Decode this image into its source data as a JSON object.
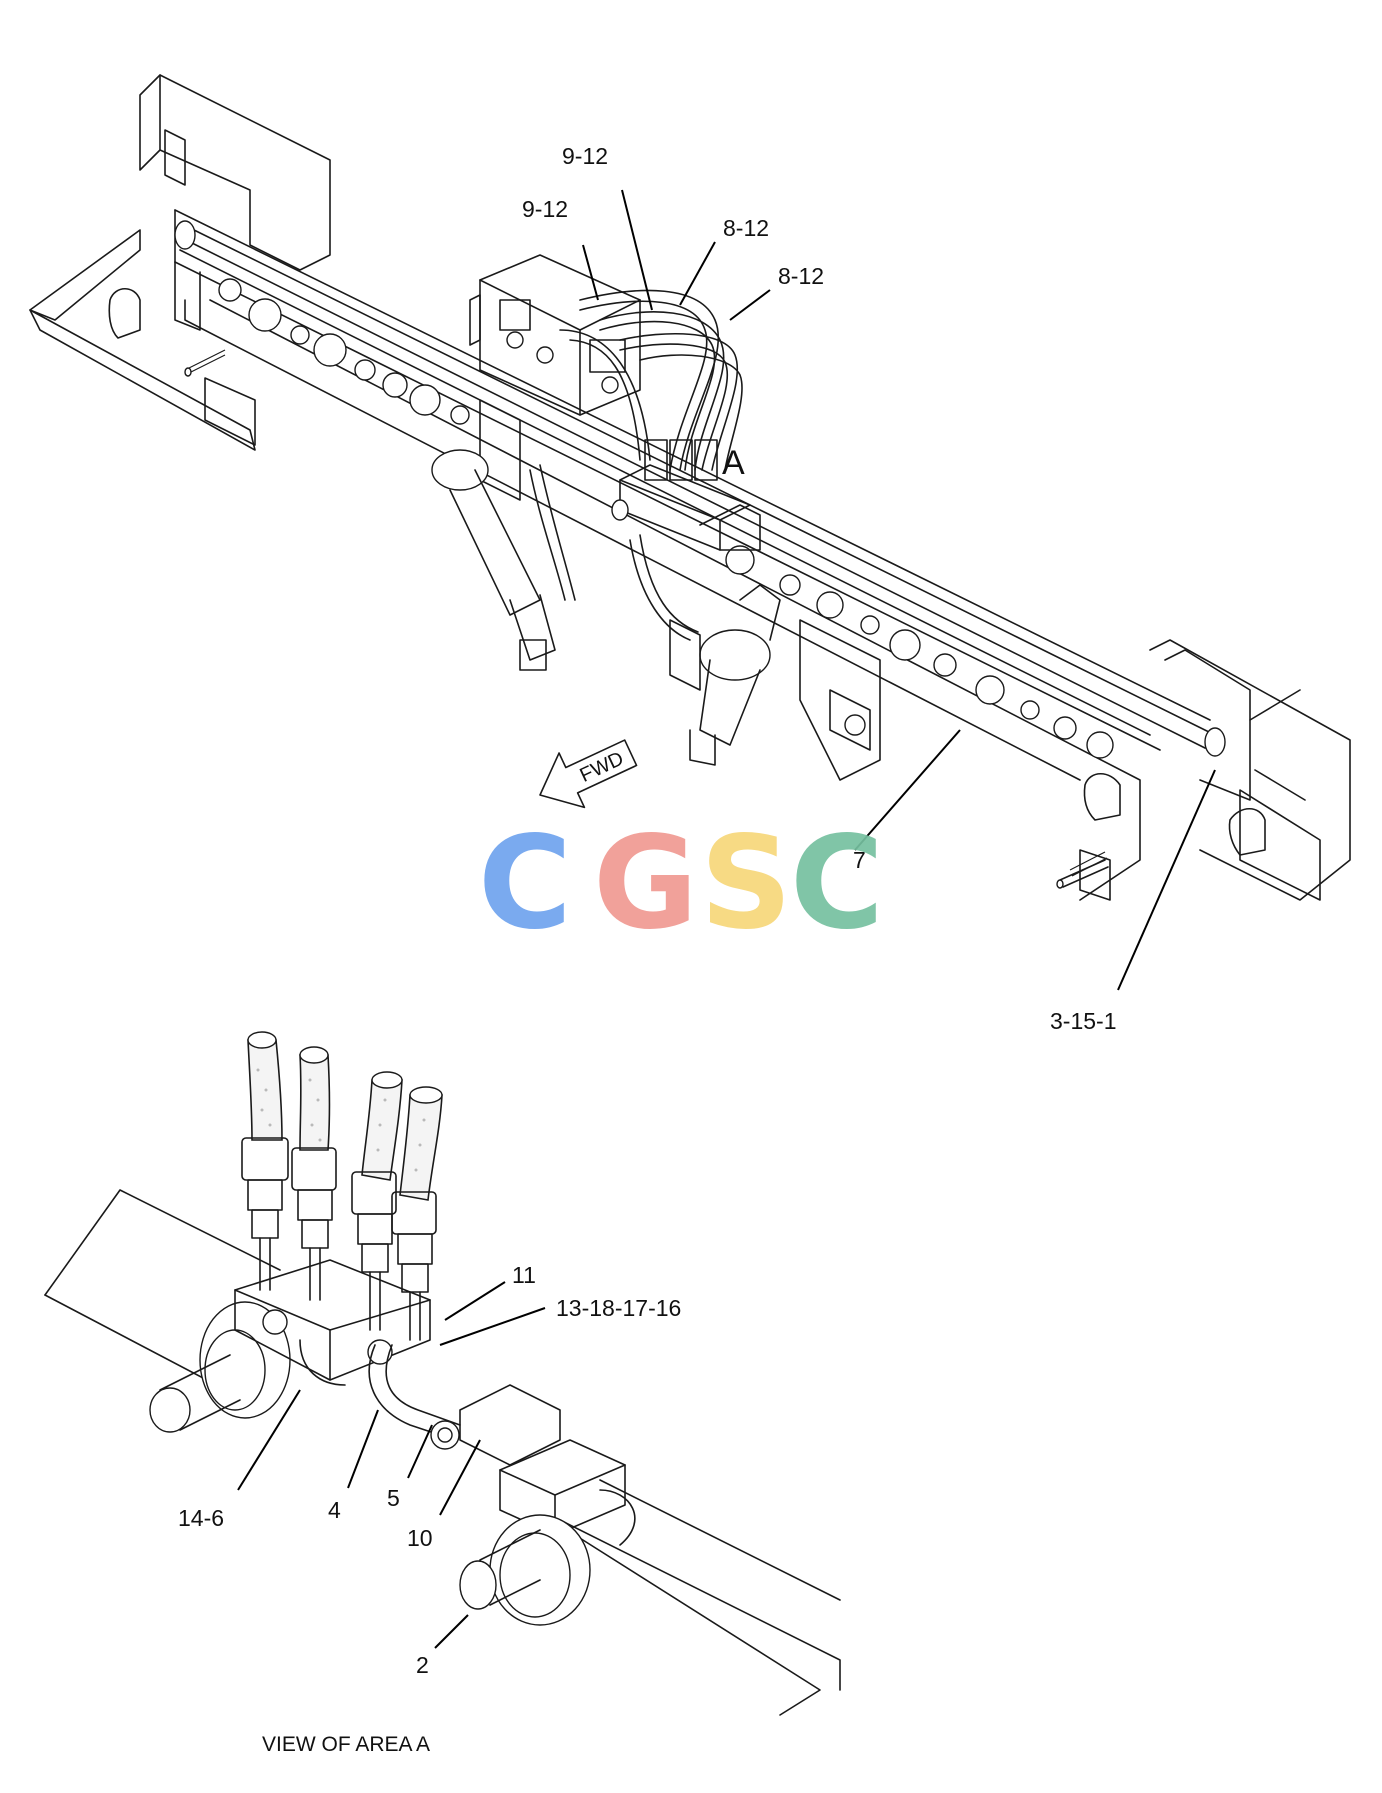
{
  "watermark": {
    "letters": [
      {
        "char": "C",
        "color": "#6fa3ee"
      },
      {
        "char": "G",
        "color": "#f09a92"
      },
      {
        "char": "S",
        "color": "#f7d77a"
      },
      {
        "char": "C",
        "color": "#76c1a0"
      }
    ]
  },
  "direction_arrow": {
    "label": "FWD"
  },
  "area_marker": {
    "label": "A"
  },
  "callouts": {
    "c1": "9-12",
    "c2": "9-12",
    "c3": "8-12",
    "c4": "8-12",
    "c5": "7",
    "c6": "3-15-1",
    "c7": "11",
    "c8": "13-18-17-16",
    "c9": "14-6",
    "c10": "4",
    "c11": "5",
    "c12": "10",
    "c13": "2"
  },
  "detail_caption": "VIEW OF AREA A"
}
